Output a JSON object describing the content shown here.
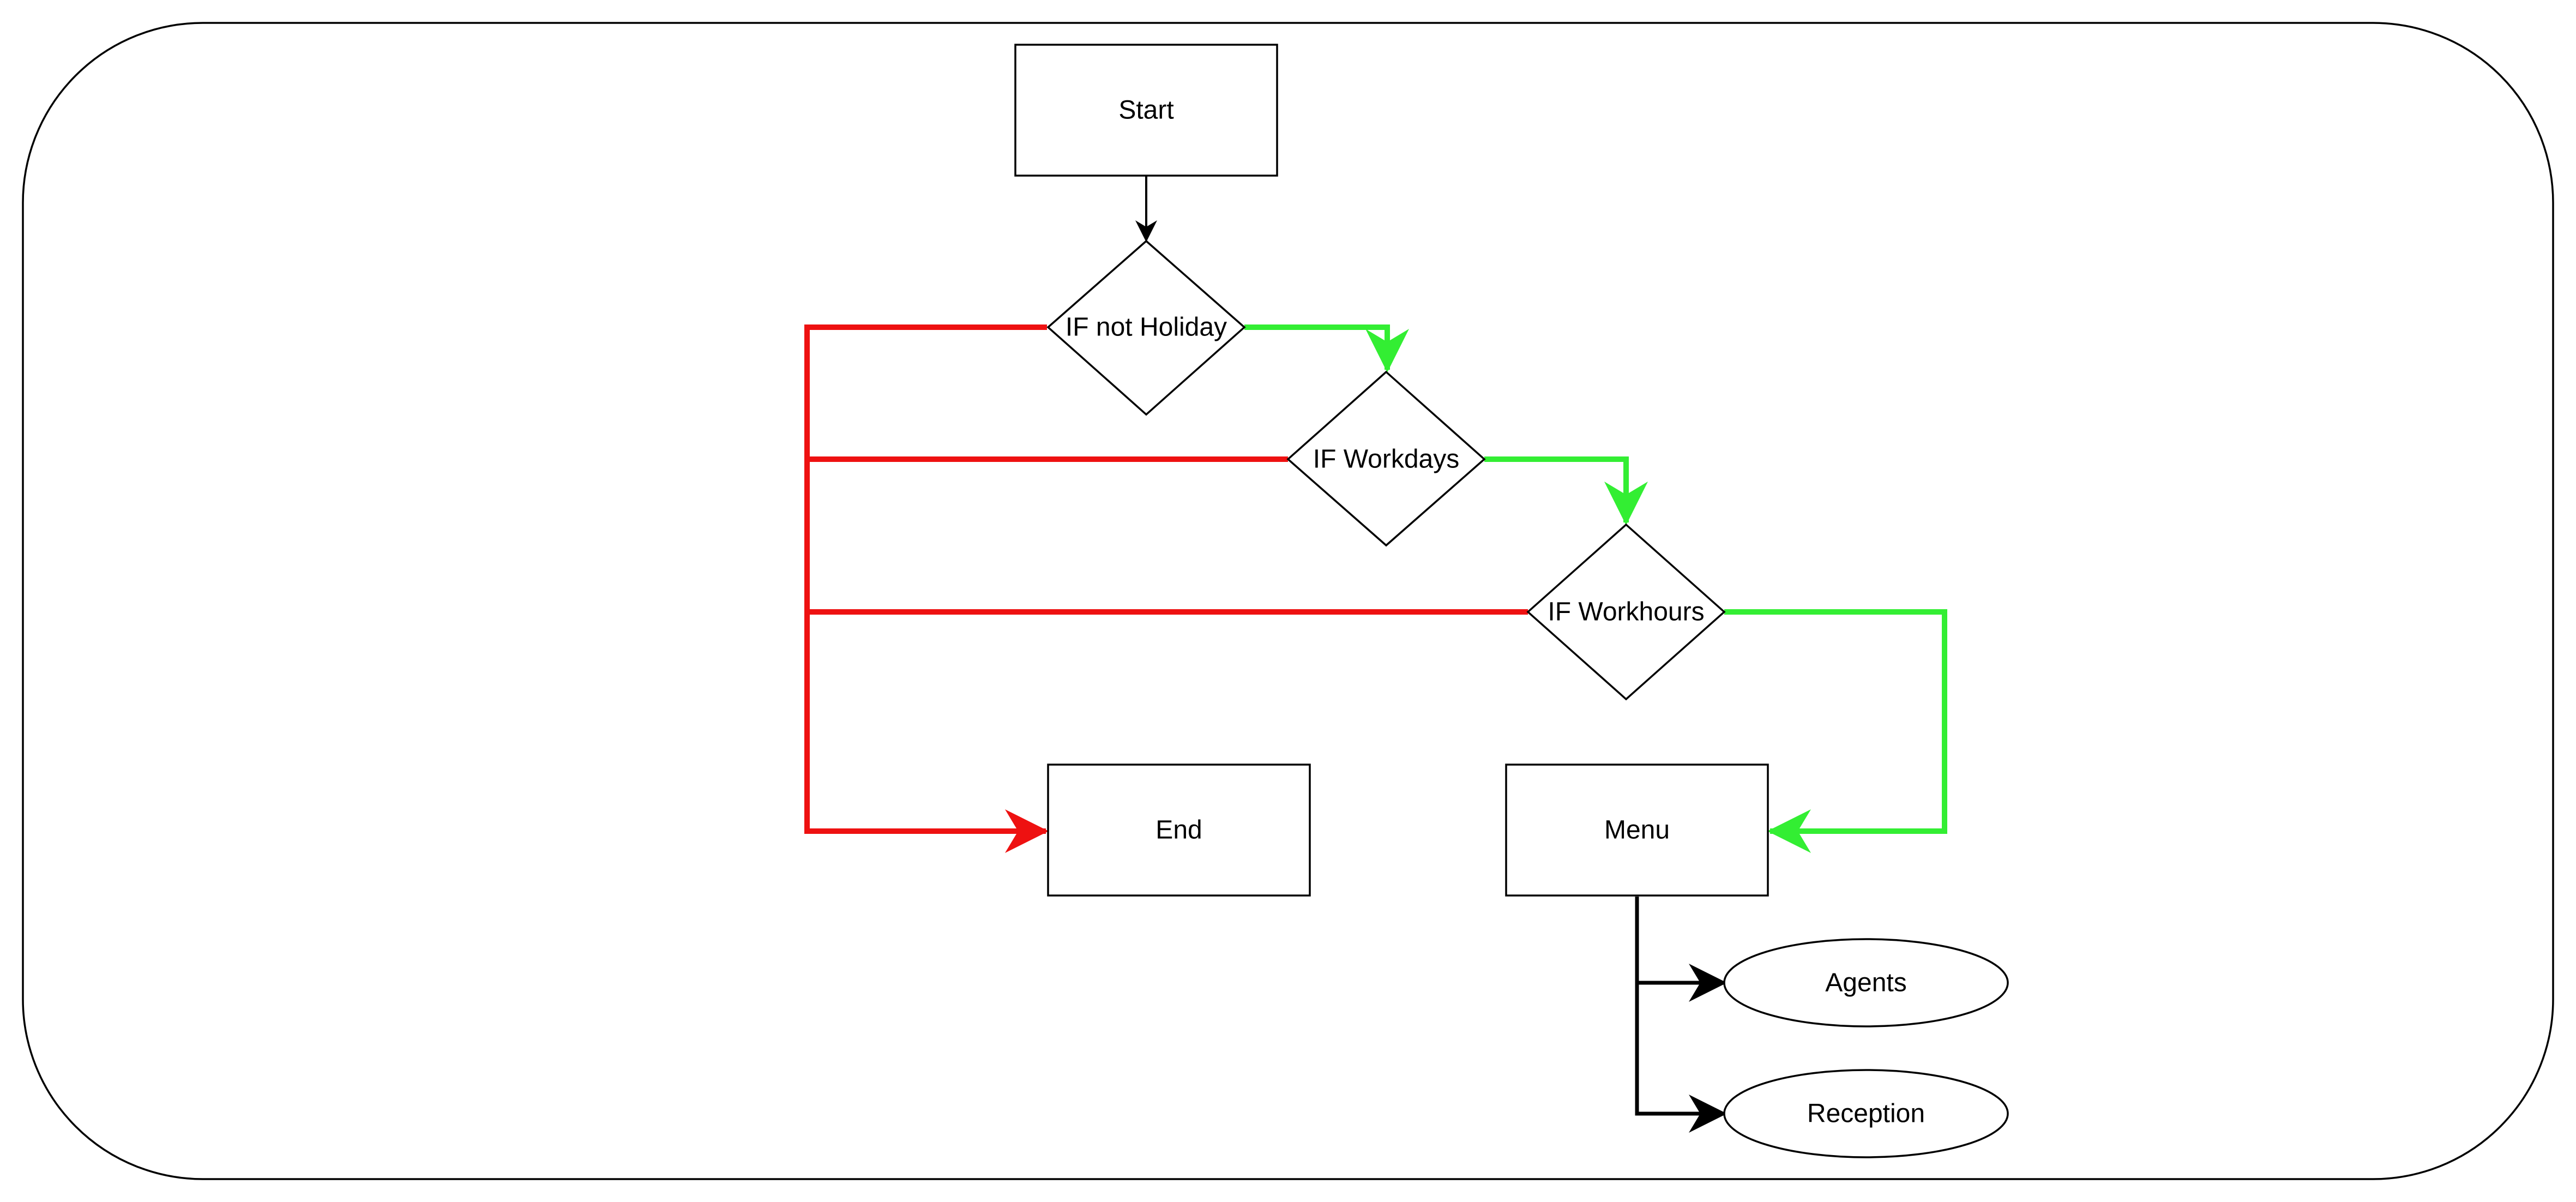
{
  "nodes": {
    "start": "Start",
    "if_not_holiday": "IF not Holiday",
    "if_workdays": "IF Workdays",
    "if_workhours": "IF Workhours",
    "end": "End",
    "menu": "Menu",
    "agents": "Agents",
    "reception": "Reception"
  },
  "colors": {
    "yes_branch": "#33ee33",
    "no_branch": "#ee1111",
    "default_edge": "#000000",
    "shape_stroke": "#000000",
    "background": "#ffffff"
  }
}
